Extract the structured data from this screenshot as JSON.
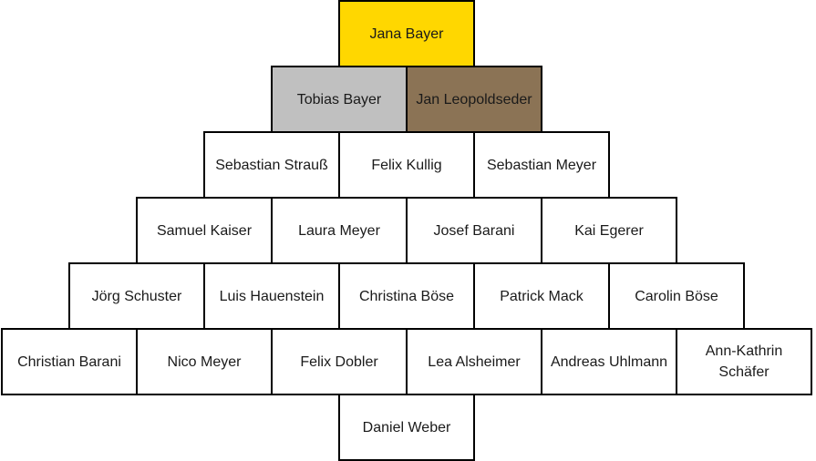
{
  "colors": {
    "gold": "#FFD700",
    "silver": "#C0C0C0",
    "bronze": "#8B7355",
    "default": "#FFFFFF",
    "border": "#000000"
  },
  "rows": [
    [
      {
        "name": "Jana Bayer",
        "fill": "gold"
      }
    ],
    [
      {
        "name": "Tobias Bayer",
        "fill": "silver"
      },
      {
        "name": "Jan Leopoldseder",
        "fill": "bronze"
      }
    ],
    [
      {
        "name": "Sebastian Strauß",
        "fill": "default"
      },
      {
        "name": "Felix Kullig",
        "fill": "default"
      },
      {
        "name": "Sebastian Meyer",
        "fill": "default"
      }
    ],
    [
      {
        "name": "Samuel Kaiser",
        "fill": "default"
      },
      {
        "name": "Laura Meyer",
        "fill": "default"
      },
      {
        "name": "Josef Barani",
        "fill": "default"
      },
      {
        "name": "Kai Egerer",
        "fill": "default"
      }
    ],
    [
      {
        "name": "Jörg Schuster",
        "fill": "default"
      },
      {
        "name": "Luis Hauenstein",
        "fill": "default"
      },
      {
        "name": "Christina Böse",
        "fill": "default"
      },
      {
        "name": "Patrick Mack",
        "fill": "default"
      },
      {
        "name": "Carolin Böse",
        "fill": "default"
      }
    ],
    [
      {
        "name": "Christian Barani",
        "fill": "default"
      },
      {
        "name": "Nico Meyer",
        "fill": "default"
      },
      {
        "name": "Felix Dobler",
        "fill": "default"
      },
      {
        "name": "Lea Alsheimer",
        "fill": "default"
      },
      {
        "name": "Andreas Uhlmann",
        "fill": "default"
      },
      {
        "name": "Ann-Kathrin Schäfer",
        "fill": "default"
      }
    ],
    [
      {
        "name": "Daniel Weber",
        "fill": "default"
      }
    ]
  ]
}
